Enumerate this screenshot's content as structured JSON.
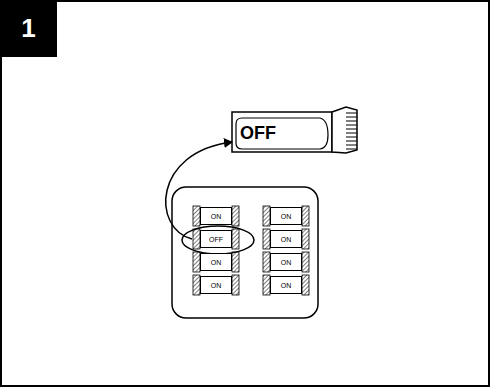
{
  "diagram": {
    "nodes": [
      {
        "text": [
          "1"
        ]
      },
      {
        "text": [
          "OFF"
        ]
      },
      {
        "text": [
          "ON"
        ]
      },
      {
        "text": [
          "OFF"
        ]
      },
      {
        "text": [
          "ON"
        ]
      },
      {
        "text": [
          "ON"
        ]
      },
      {
        "text": [
          "ON"
        ]
      },
      {
        "text": [
          "ON"
        ]
      },
      {
        "text": [
          "ON"
        ]
      },
      {
        "text": [
          "ON"
        ]
      }
    ],
    "edges": [
      {
        "from": 3,
        "to": 1,
        "arrow": "to"
      }
    ]
  }
}
